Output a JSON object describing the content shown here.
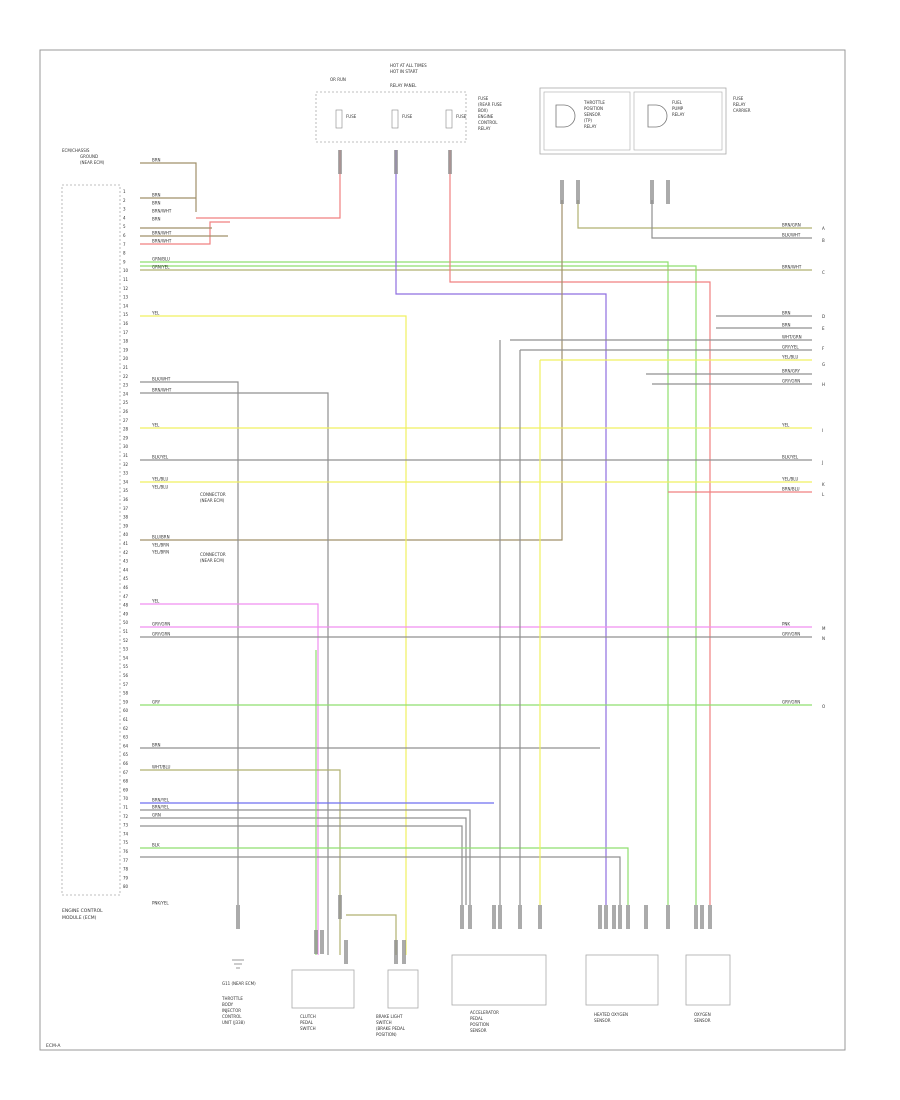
{
  "footer_code": "ECM-A",
  "ecm": {
    "title_line1": "ENGINE CONTROL",
    "title_line2": "MODULE (ECM)"
  },
  "top_left_label": [
    "ECM/CHASSIS",
    "GROUND",
    "(NEAR ECM)"
  ],
  "wire_codes_left": [
    "BRN",
    "BRN",
    "BRN",
    "BRN/WHT",
    "BRN",
    "BRN/WHT",
    "BRN/WHT",
    "GRN/BLU",
    "GRN/YEL",
    "YEL",
    "BLK/WHT",
    "BRN/WHT",
    "YEL",
    "BLK/YEL",
    "YEL/BLU",
    "YEL/BLU",
    "BLU/BRN",
    "YEL/BRN",
    "YEL/BRN",
    "YEL",
    "GRY/GRN",
    "GRY/GRN",
    "GRY",
    "BRN",
    "WHT/BLU",
    "BRN/YEL",
    "BRN/YEL",
    "GRN",
    "BLK",
    "PNK/YEL"
  ],
  "wire_codes_right": [
    "BRN/GRN",
    "BLK/WHT",
    "BRN/WHT",
    "BRN",
    "BRN",
    "WHT/GRN",
    "GRY/YEL",
    "YEL/BLU",
    "BRN/GRY",
    "GRY/GRN",
    "YEL",
    "BLK/YEL",
    "YEL/BLU",
    "BRN/BLU",
    "PNK",
    "GRY/GRN",
    "GRY/GRN"
  ],
  "right_letters": [
    "A",
    "B",
    "C",
    "D",
    "E",
    "F",
    "G",
    "H",
    "I",
    "J",
    "K",
    "L",
    "M",
    "N",
    "O"
  ],
  "top_box_title": [
    "HOT AT ALL TIMES",
    "HOT IN START",
    "OR RUN",
    "RELAY PANEL"
  ],
  "fuse_labels": [
    "FUSE",
    "FUSE",
    "FUSE"
  ],
  "fuse_side_label": [
    "FUSE",
    "(REAR FUSE",
    "BOX)",
    "ENGINE",
    "CONTROL",
    "RELAY"
  ],
  "relay1_label": [
    "THROTTLE",
    "POSITION",
    "SENSOR",
    "(TP)",
    "RELAY"
  ],
  "relay2_label": [
    "FUEL",
    "PUMP",
    "RELAY"
  ],
  "right_box_label": [
    "FUSE",
    "RELAY",
    "CARRIER"
  ],
  "ground_label": "G11 (NEAR ECM)",
  "splice_labels": [
    "CONNECTOR",
    "(NEAR ECM)"
  ],
  "bottom_components": [
    [
      "THROTTLE",
      "BODY",
      "INJECTOR",
      "CONTROL",
      "UNIT (J338)"
    ],
    [
      "CLUTCH",
      "PEDAL",
      "SWITCH"
    ],
    [
      "BRAKE LIGHT",
      "SWITCH",
      "(BRAKE PEDAL",
      "POSITION)"
    ],
    [
      "ACCELERATOR",
      "PEDAL",
      "POSITION",
      "SENSOR"
    ],
    [
      "HEATED OXYGEN",
      "SENSOR"
    ],
    [
      "OXYGEN",
      "SENSOR"
    ]
  ],
  "pin_numbers": [
    "1",
    "2",
    "3",
    "4",
    "5",
    "6",
    "7",
    "8",
    "9",
    "10",
    "11",
    "12",
    "13",
    "14",
    "15",
    "16",
    "17",
    "18",
    "19",
    "20",
    "21",
    "22",
    "23",
    "24",
    "25",
    "26",
    "27",
    "28",
    "29",
    "30",
    "31",
    "32",
    "33",
    "34",
    "35",
    "36",
    "37",
    "38",
    "39",
    "40",
    "41",
    "42",
    "43",
    "44",
    "45",
    "46",
    "47",
    "48",
    "49",
    "50",
    "51",
    "52",
    "53",
    "54",
    "55",
    "56",
    "57",
    "58",
    "59",
    "60",
    "61",
    "62",
    "63",
    "64",
    "65",
    "66",
    "67",
    "68",
    "69",
    "70",
    "71",
    "72",
    "73",
    "74",
    "75",
    "76",
    "77",
    "78",
    "79",
    "80"
  ],
  "colors": {
    "red": "#f08080",
    "brown": "#a0906a",
    "green": "#8fdf6f",
    "yellow": "#f0f060",
    "blue": "#6f6ff0",
    "purple": "#8f6fe0",
    "pink": "#f08ff0",
    "gray": "#909090",
    "olive": "#b0b070"
  }
}
